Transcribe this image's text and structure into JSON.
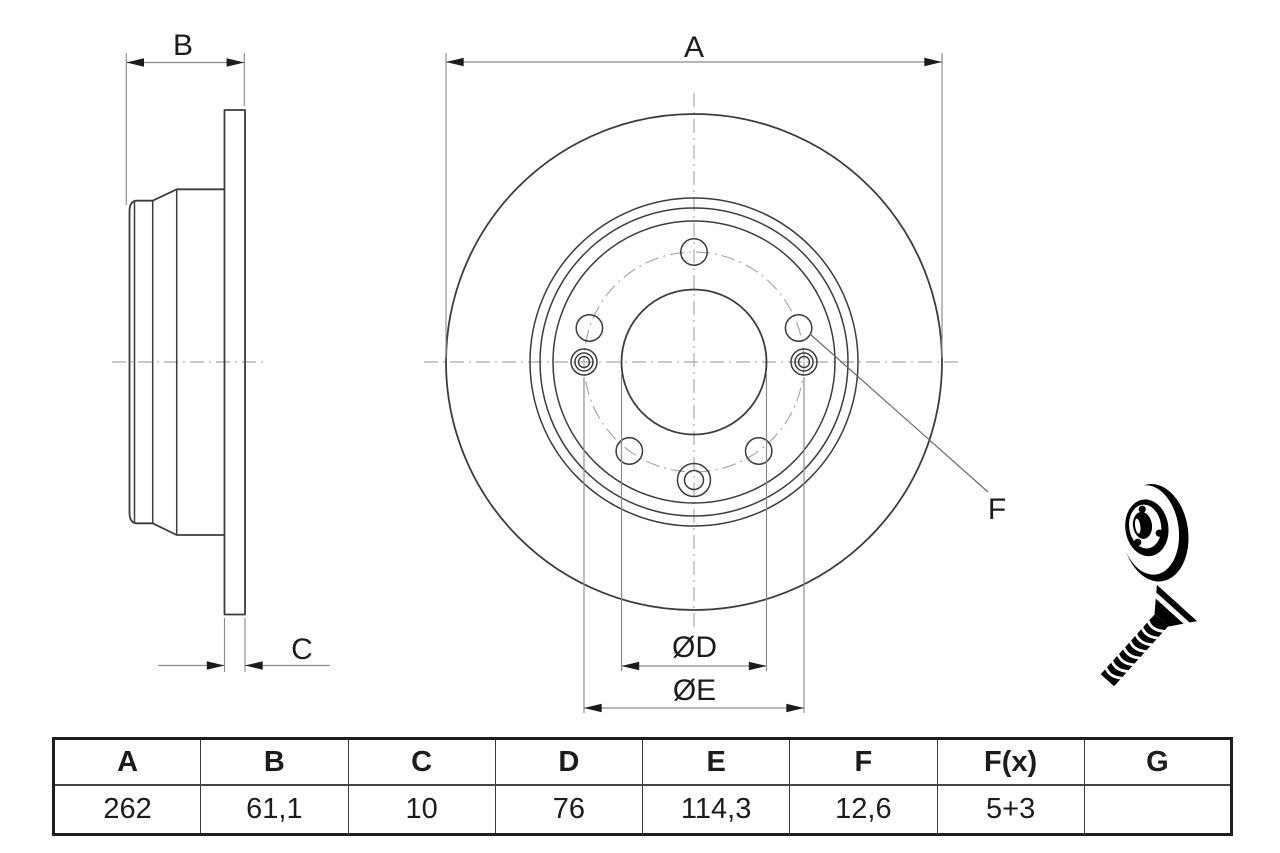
{
  "drawing": {
    "dim_a": "A",
    "dim_b": "B",
    "dim_c": "C",
    "dim_d": "ØD",
    "dim_e": "ØE",
    "leader_f": "F"
  },
  "table": {
    "headers": [
      "A",
      "B",
      "C",
      "D",
      "E",
      "F",
      "F(x)",
      "G"
    ],
    "values": [
      "262",
      "61,1",
      "10",
      "76",
      "114,3",
      "12,6",
      "5+3",
      ""
    ]
  },
  "icons": {
    "disc": "brake-disc-pictogram",
    "screw": "countersunk-screw-pictogram"
  },
  "colors": {
    "outline": "#3c3c3c",
    "dimension": "#8c8c8c",
    "centerline": "#a6a6a6",
    "text": "#1c1c1c",
    "icon": "#000000",
    "background": "#ffffff"
  }
}
